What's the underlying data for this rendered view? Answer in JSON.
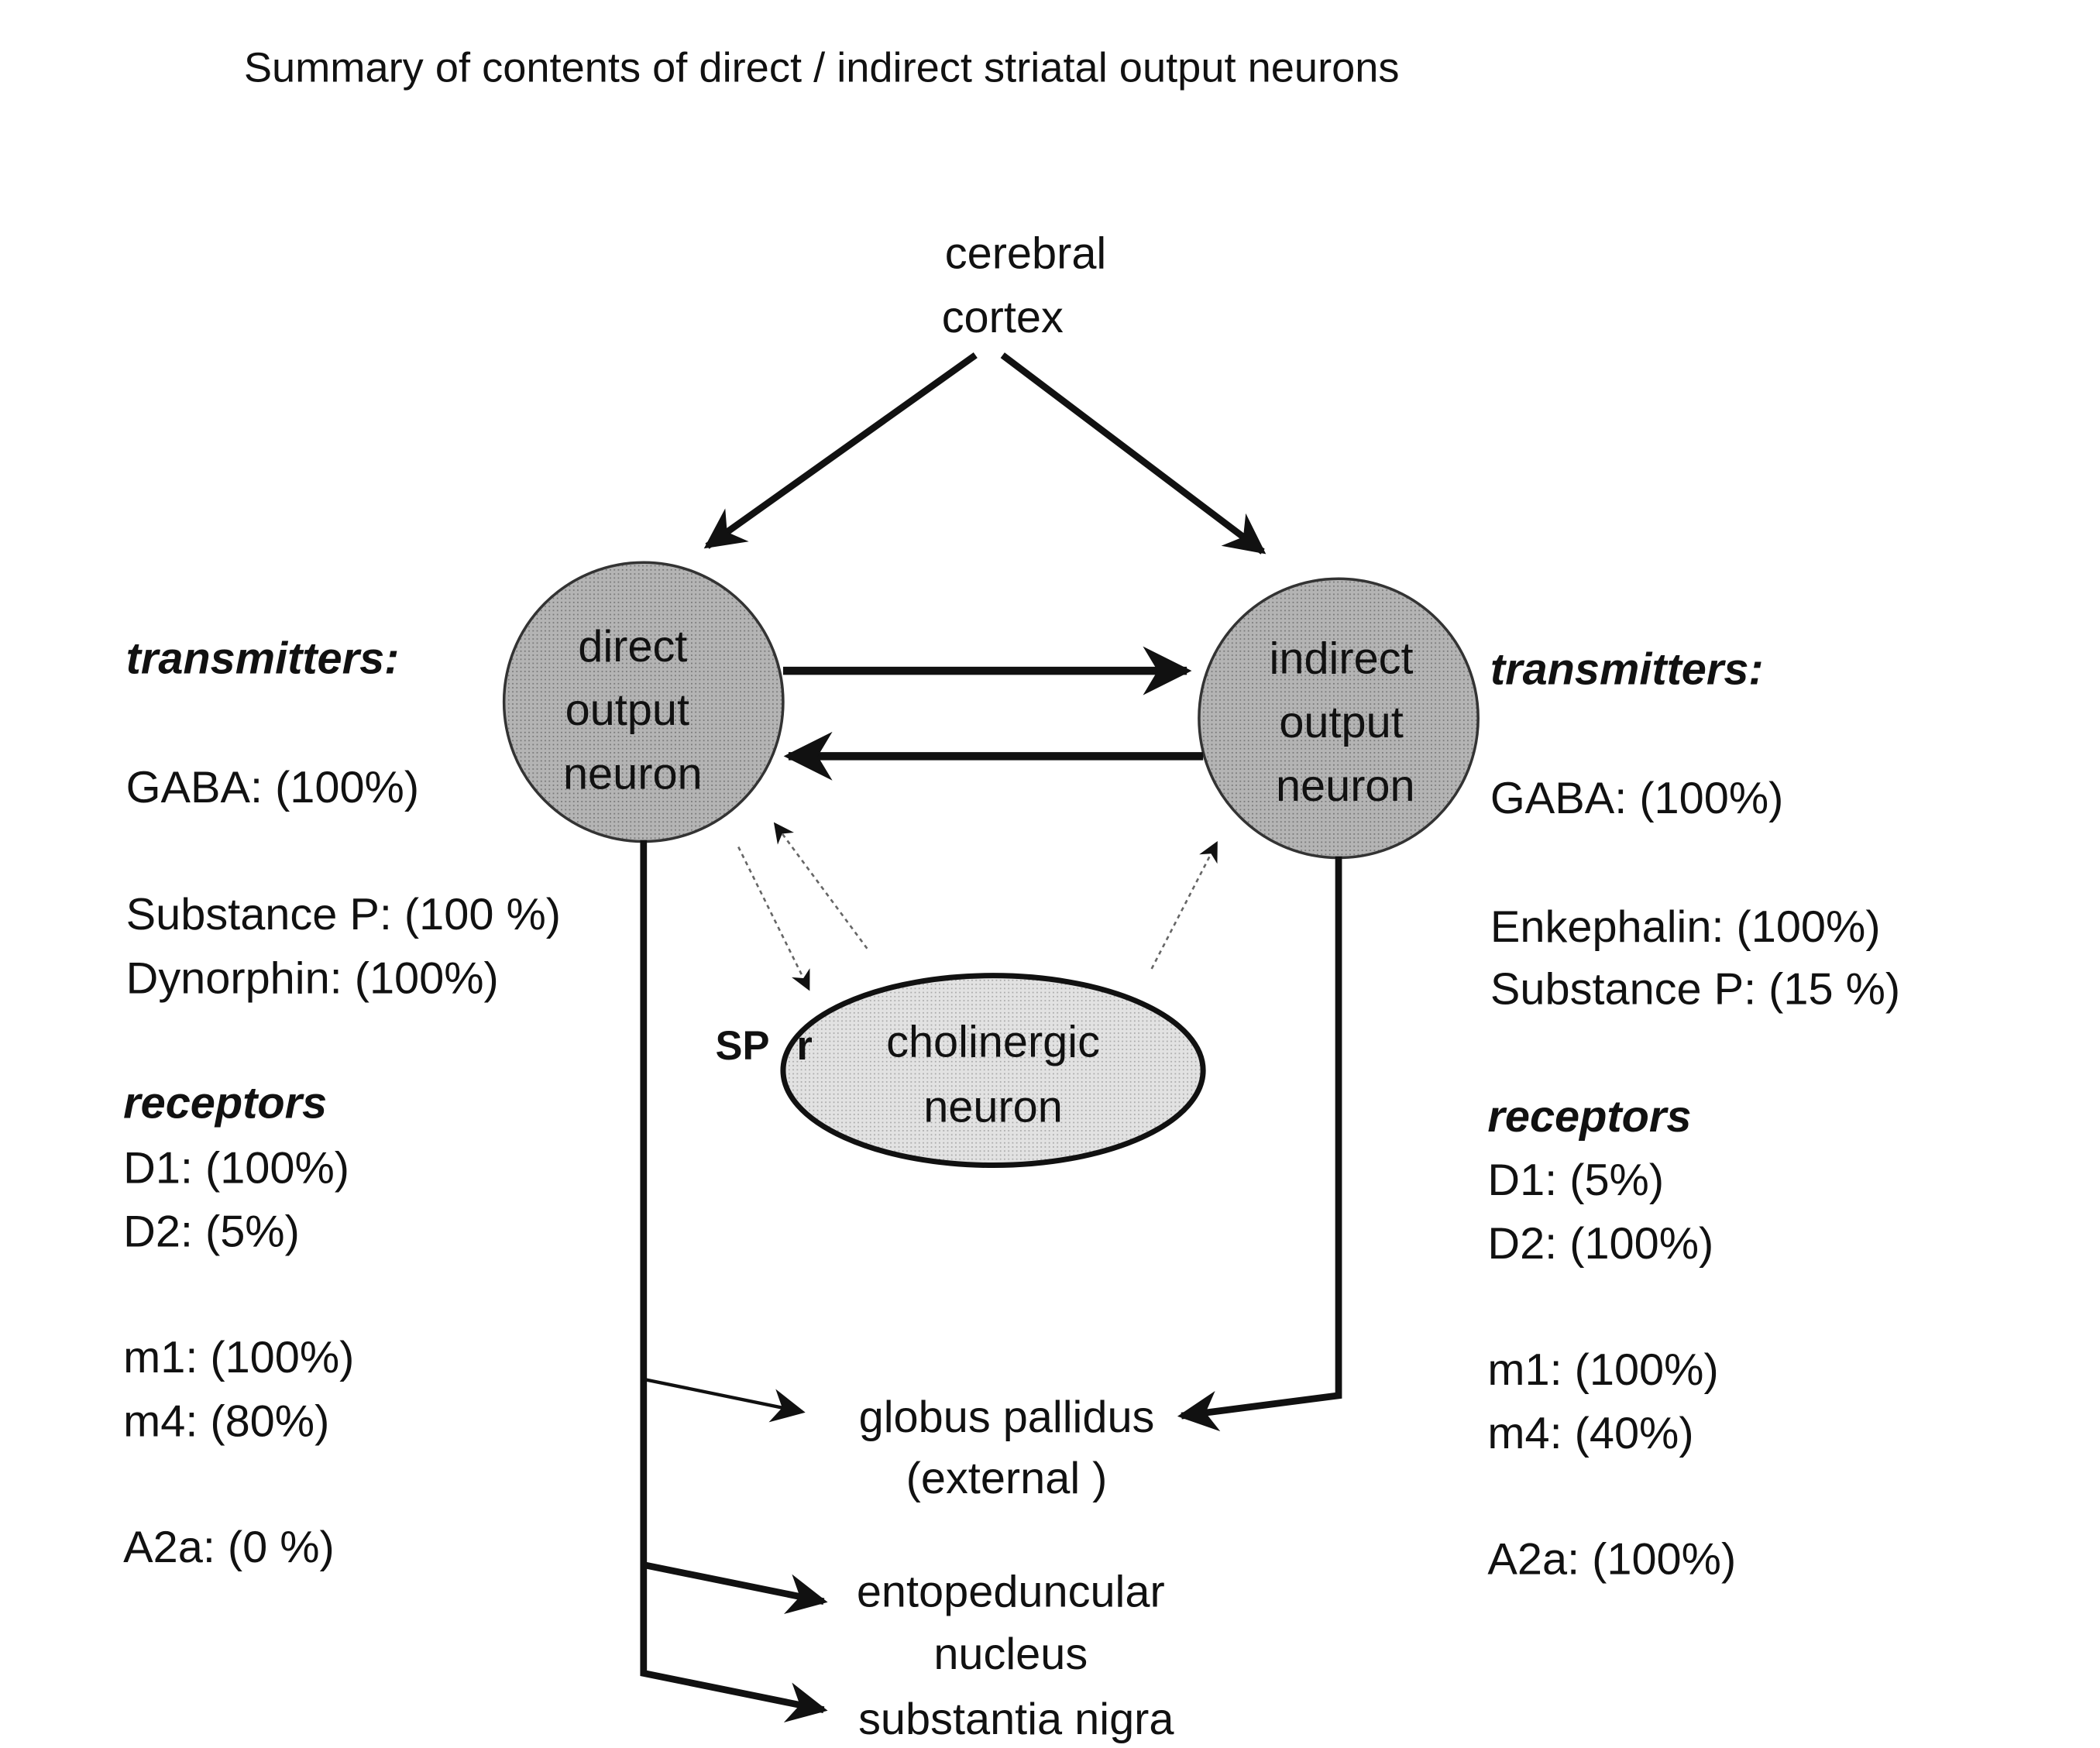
{
  "title": "Summary of contents of direct / indirect striatal output neurons",
  "cortex": [
    "cerebral",
    "cortex"
  ],
  "direct_neuron": [
    "direct",
    "output",
    "neuron"
  ],
  "indirect_neuron": [
    "indirect",
    "output",
    "neuron"
  ],
  "cholinergic_neuron": [
    "cholinergic",
    "neuron"
  ],
  "sp_receptor": {
    "sp": "SP",
    "r": "r"
  },
  "targets": {
    "gp": [
      "globus pallidus",
      "(external )"
    ],
    "ep": [
      "entopeduncular",
      "nucleus"
    ],
    "sn": "substantia nigra"
  },
  "left": {
    "transmitters_heading": "transmitters:",
    "transmitters": [
      "GABA:  (100%)",
      "Substance P: (100 %)",
      "Dynorphin: (100%)"
    ],
    "receptors_heading": "receptors",
    "receptors": [
      "D1:  (100%)",
      "D2:  (5%)",
      "m1: (100%)",
      "m4: (80%)",
      "A2a: (0 %)"
    ]
  },
  "right": {
    "transmitters_heading": "transmitters:",
    "transmitters": [
      "GABA:  (100%)",
      "Enkephalin:  (100%)",
      "Substance P: (15 %)"
    ],
    "receptors_heading": "receptors",
    "receptors": [
      "D1:  (5%)",
      "D2:  (100%)",
      "m1: (100%)",
      "m4: (40%)",
      "A2a: (100%)"
    ]
  },
  "colors": {
    "neuron_fill": "#a8a8a8",
    "cholinergic_fill": "#dcdcdc",
    "ink": "#111111"
  }
}
